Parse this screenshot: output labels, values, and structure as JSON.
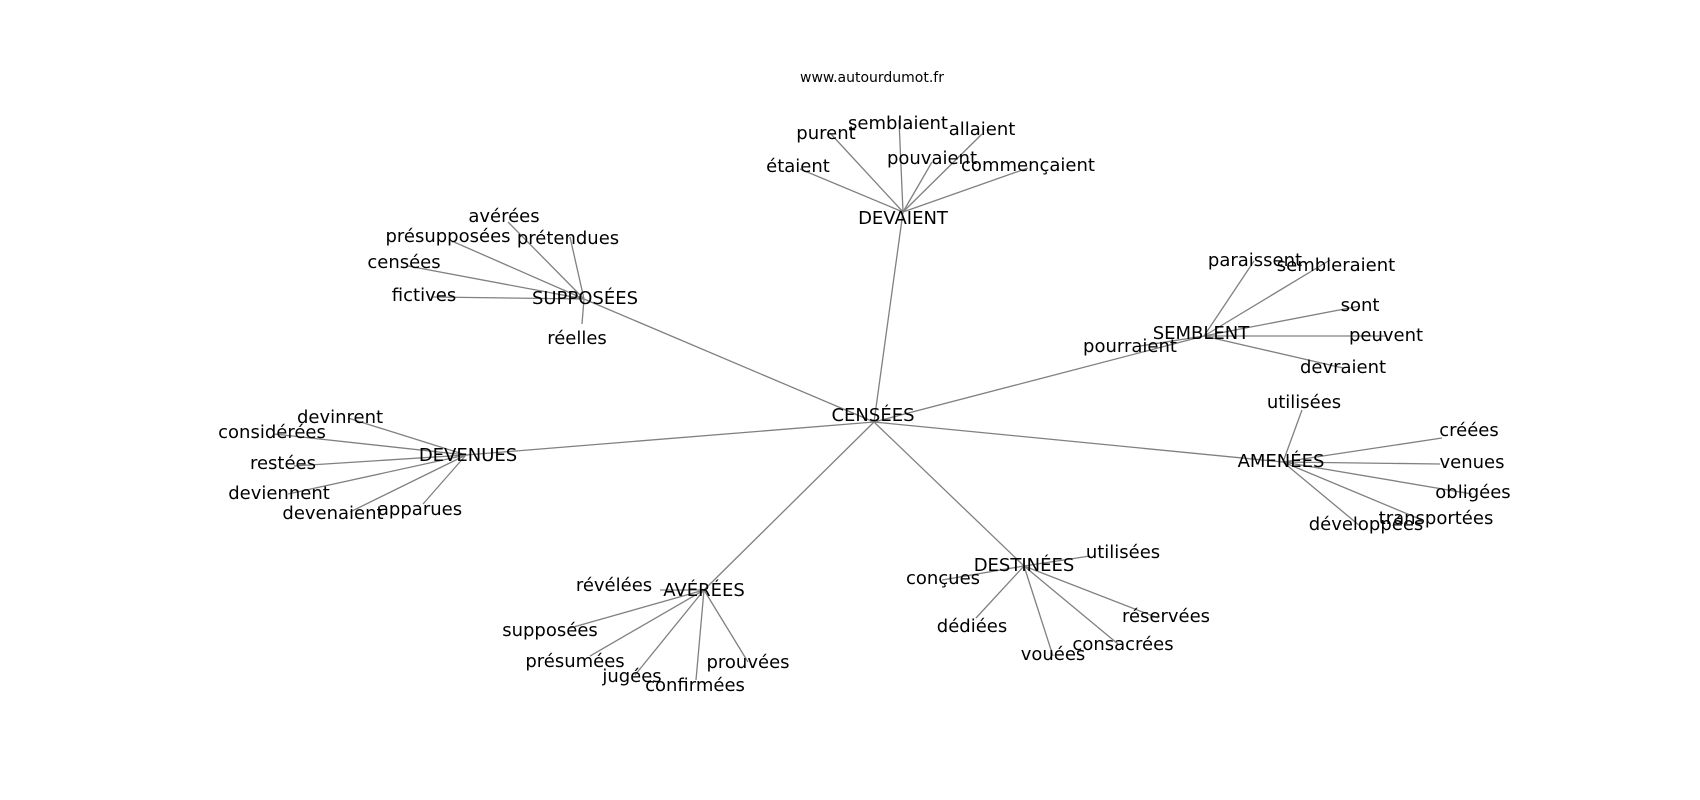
{
  "site": "www.autourdumot.fr",
  "graph": {
    "center": "CENSÉES",
    "groups": [
      {
        "hub": "DEVAIENT",
        "leaves": [
          "purent",
          "semblaient",
          "allaient",
          "étaient",
          "pouvaient",
          "commençaient"
        ]
      },
      {
        "hub": "SUPPOSÉES",
        "leaves": [
          "avérées",
          "présupposées",
          "prétendues",
          "censées",
          "fictives",
          "réelles"
        ]
      },
      {
        "hub": "SEMBLENT",
        "leaves": [
          "paraissent",
          "sembleraient",
          "sont",
          "peuvent",
          "pourraient",
          "devraient"
        ]
      },
      {
        "hub": "DEVENUES",
        "leaves": [
          "devinrent",
          "considérées",
          "restées",
          "deviennent",
          "devenaient",
          "apparues"
        ]
      },
      {
        "hub": "AMENÉES",
        "leaves": [
          "utilisées",
          "créées",
          "venues",
          "obligées",
          "transportées",
          "développées"
        ]
      },
      {
        "hub": "DESTINÉES",
        "leaves": [
          "utilisées",
          "conçues",
          "dédiées",
          "réservées",
          "consacrées",
          "vouées"
        ]
      },
      {
        "hub": "AVÉRÉES",
        "leaves": [
          "révélées",
          "supposées",
          "présumées",
          "jugées",
          "confirmées",
          "prouvées"
        ]
      }
    ]
  }
}
